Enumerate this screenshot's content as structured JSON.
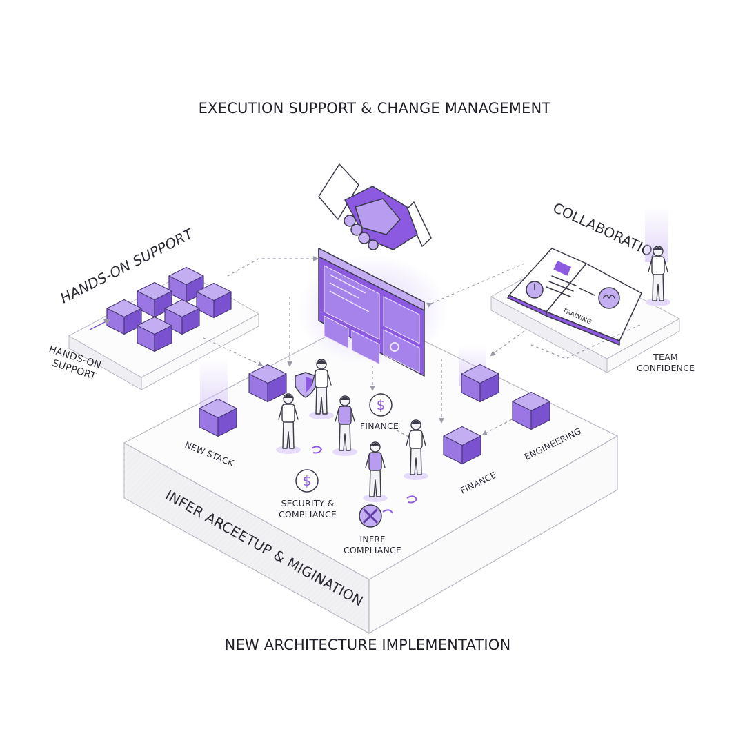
{
  "title_top": "EXECUTION SUPPORT & CHANGE MANAGEMENT",
  "title_bottom": "NEW ARCHITECTURE IMPLEMENTATION",
  "labels": {
    "hands_on_top": "HANDS-ON SUPPORT",
    "hands_on_side_1": "HANDS-ON",
    "hands_on_side_2": "SUPPORT",
    "collaboration": "COLLABORATION",
    "team_1": "TEAM",
    "team_2": "CONFIDENCE",
    "new_stack": "NEW STACK",
    "finance_people": "FINANCE",
    "security_1": "SECURITY &",
    "security_2": "COMPLIANCE",
    "infra_1": "INFRF",
    "infra_2": "COMPLIANCE",
    "finance_right": "FINANCE",
    "engineering": "ENGINEERING",
    "platform_side": "INFER ARCEETUP & MIGINATION",
    "book_word": "TRAINING"
  },
  "colors": {
    "accent": "#8c5ae0",
    "accent_light": "#b79cf0",
    "accent_dark": "#5f3aa8",
    "cube_top": "#c4aef2",
    "cube_left": "#9b77e3",
    "cube_right": "#7a52cf",
    "ink": "#3a3a48"
  },
  "icons": [
    "handshake-icon",
    "dashboard-panel-icon",
    "open-book-icon",
    "shield-icon",
    "dollar-icon",
    "wrench-icon",
    "cube-icon",
    "person-icon"
  ]
}
